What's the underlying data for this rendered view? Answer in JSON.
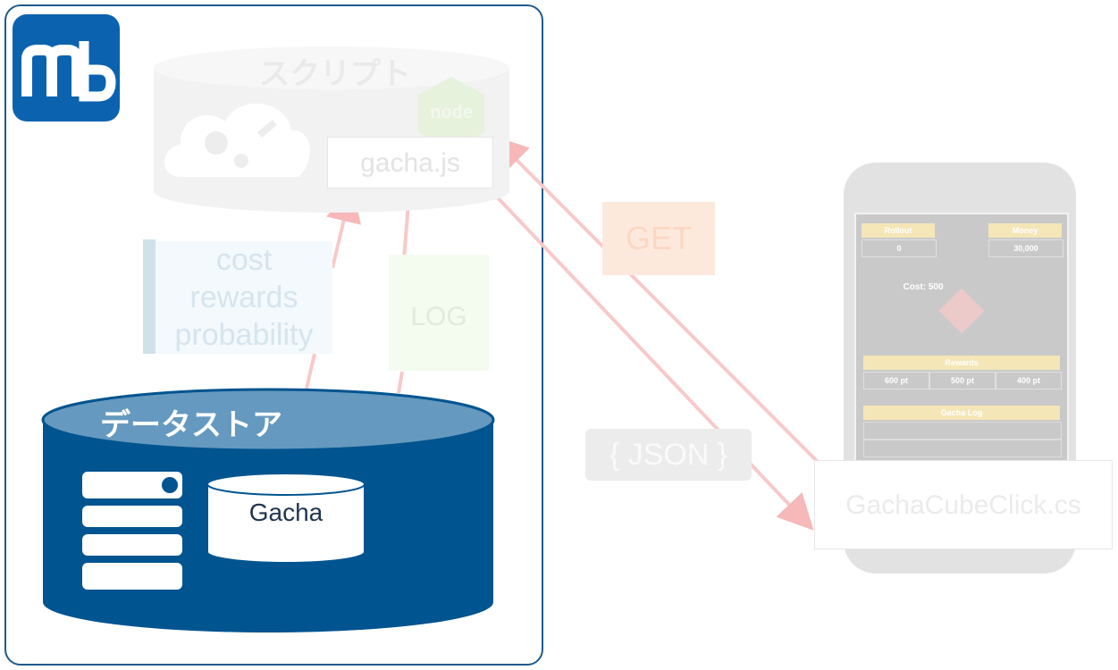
{
  "logo": {
    "text": "mb"
  },
  "script_section": {
    "title": "スクリプト",
    "node_logo": "node",
    "file": "gacha.js"
  },
  "params": [
    "cost",
    "rewards",
    "probability"
  ],
  "log": "LOG",
  "request": {
    "method": "GET",
    "response": "{ JSON }"
  },
  "datastore": {
    "title": "データストア",
    "collection": "Gacha"
  },
  "client": {
    "file": "GachaCubeClick.cs",
    "phone": {
      "left_label": "Rollout",
      "left_value": "0",
      "right_label": "Money",
      "right_value": "30,000",
      "cost": "Cost: 500",
      "rewards_label": "Rewards",
      "rewards": [
        "600 pt",
        "500 pt",
        "400 pt"
      ],
      "history_label": "Gacha Log"
    }
  },
  "colors": {
    "brand_blue": "#0b63b0",
    "datastore_blue": "#00548f",
    "frame": "#1f5a8c"
  }
}
